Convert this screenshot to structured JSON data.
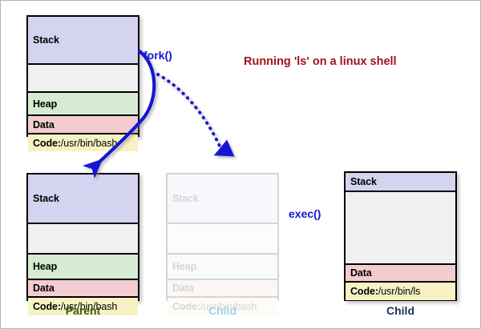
{
  "diagram": {
    "title": "Running 'ls' on a linux shell",
    "title_color": "#a01418",
    "arrow_colors": {
      "fork": "#1414d2",
      "exec": "#b01818"
    }
  },
  "labels": {
    "fork": "fork()",
    "exec": "exec()"
  },
  "captions": {
    "parent": "Parent",
    "child_faded": "Child",
    "child_exec": "Child",
    "parent_color": "#3c5a14",
    "child_faded_color": "#a6d2e4",
    "child_exec_color": "#1c3058"
  },
  "blocks": {
    "original": {
      "name": "original-process",
      "segments": [
        {
          "id": "stack",
          "label": "Stack",
          "color": "#d4d4f0"
        },
        {
          "id": "empty",
          "label": "",
          "color": "#f0f0f0"
        },
        {
          "id": "heap",
          "label": "Heap",
          "color": "#d6ebd2"
        },
        {
          "id": "data",
          "label": "Data",
          "color": "#f2ccce"
        },
        {
          "id": "code",
          "label": "Code:",
          "path": "/usr/bin/bash",
          "color": "#f7f2c4"
        }
      ]
    },
    "parent": {
      "name": "parent-process",
      "segments": [
        {
          "id": "stack",
          "label": "Stack",
          "color": "#d4d4f0"
        },
        {
          "id": "empty",
          "label": "",
          "color": "#f0f0f0"
        },
        {
          "id": "heap",
          "label": "Heap",
          "color": "#d6ebd2"
        },
        {
          "id": "data",
          "label": "Data",
          "color": "#f2ccce"
        },
        {
          "id": "code",
          "label": "Code:",
          "path": "/usr/bin/bash",
          "color": "#f7f2c4"
        }
      ]
    },
    "child_faded": {
      "name": "child-process-forked",
      "segments": [
        {
          "id": "stack",
          "label": "Stack",
          "color": "#d4d4f0"
        },
        {
          "id": "empty",
          "label": "",
          "color": "#f0f0f0"
        },
        {
          "id": "heap",
          "label": "Heap",
          "color": "#d6ebd2"
        },
        {
          "id": "data",
          "label": "Data",
          "color": "#f2ccce"
        },
        {
          "id": "code",
          "label": "Code:",
          "path": "/usr/bin/bash",
          "color": "#f7f2c4"
        }
      ]
    },
    "child_exec": {
      "name": "child-process-exec",
      "segments": [
        {
          "id": "stack",
          "label": "Stack",
          "color": "#d4d4f0"
        },
        {
          "id": "empty",
          "label": "",
          "color": "#f0f0f0"
        },
        {
          "id": "data",
          "label": "Data",
          "color": "#f2ccce"
        },
        {
          "id": "code",
          "label": "Code:",
          "path": "/usr/bin/ls",
          "color": "#f7f2c4"
        }
      ]
    }
  }
}
